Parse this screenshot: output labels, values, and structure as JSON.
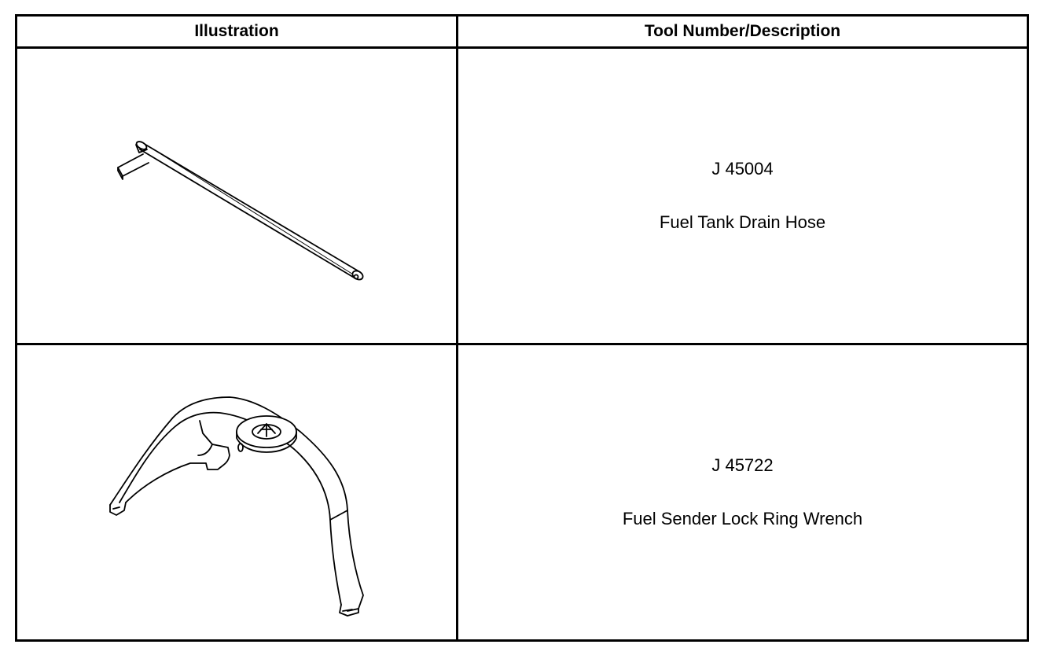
{
  "table": {
    "headers": {
      "illustration": "Illustration",
      "tool": "Tool Number/Description"
    },
    "rows": [
      {
        "tool_number": "J 45004",
        "description": "Fuel Tank Drain Hose",
        "illustration_icon": "drain-hose-drawing"
      },
      {
        "tool_number": "J 45722",
        "description": "Fuel Sender Lock Ring Wrench",
        "illustration_icon": "lock-ring-wrench-drawing"
      }
    ]
  }
}
